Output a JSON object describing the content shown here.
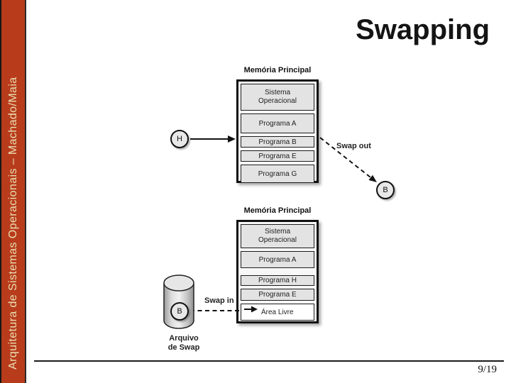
{
  "slide": {
    "title": "Swapping",
    "page_number": "9/19",
    "sidebar_text": "Arquitetura de Sistemas Operacionais – Machado/Maia"
  },
  "colors": {
    "sidebar_bg": "#b83c1c",
    "sidebar_fg": "#eadfb2",
    "memory_cell_bg": "#e3e3e3",
    "free_area_bg": "#ffffff",
    "title_fg": "#141414"
  },
  "swap_out_diagram": {
    "memory_title": "Memória Principal",
    "cells": [
      "Sistema Operacional",
      "Programa A",
      "Programa B",
      "Programa E",
      "Programa G"
    ],
    "incoming_process": "H",
    "outgoing_process": "B",
    "arrow_label": "Swap out"
  },
  "swap_in_diagram": {
    "memory_title": "Memória Principal",
    "cells": [
      "Sistema Operacional",
      "Programa A",
      "Programa H",
      "Programa E"
    ],
    "free_cell": "Área Livre",
    "process": "B",
    "arrow_label": "Swap in",
    "disk_label": "Arquivo\nde Swap"
  }
}
